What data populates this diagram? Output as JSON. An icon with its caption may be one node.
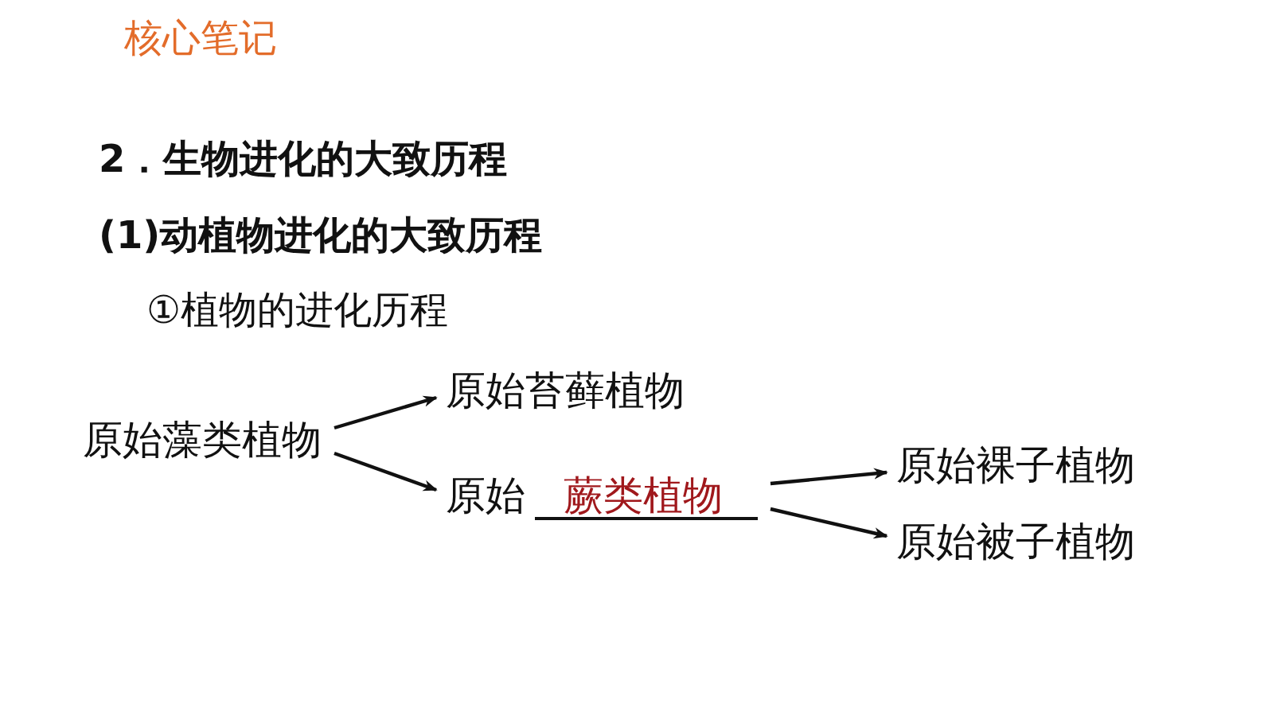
{
  "diagram": {
    "title": "核心笔记",
    "nodes": [
      {
        "text": [
          "原始藻类植物"
        ]
      },
      {
        "text": [
          "原始苔藓植物"
        ]
      },
      {
        "text": [
          "原始",
          "蕨类植物"
        ]
      },
      {
        "text": [
          "原始裸子植物"
        ]
      },
      {
        "text": [
          "原始被子植物"
        ]
      }
    ],
    "edges": [
      {
        "from": 0,
        "to": 1,
        "arrow": "to"
      },
      {
        "from": 0,
        "to": 2,
        "arrow": "to"
      },
      {
        "from": 2,
        "to": 3,
        "arrow": "to"
      },
      {
        "from": 2,
        "to": 4,
        "arrow": "to"
      }
    ],
    "labels": [
      "2．生物进化的大致历程",
      "(1)动植物进化的大致历程",
      "①植物的进化历程"
    ]
  }
}
